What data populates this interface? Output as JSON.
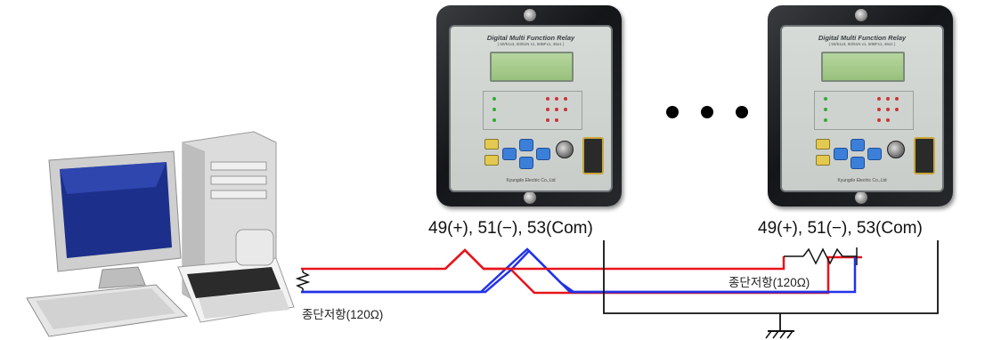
{
  "relay": {
    "title": "Digital Multi Function Relay",
    "subtitle": "( 50/51x3, 50/51N x1, 50BFx1, 46x1 )",
    "brand": "Kyungdo Electric Co.,Ltd"
  },
  "labels": {
    "terminals_left": "49(+), 51(−), 53(Com)",
    "terminals_right": "49(+), 51(−), 53(Com)",
    "termination_left": "종단저항(120Ω)",
    "termination_right": "종단저항(120Ω)"
  },
  "colors": {
    "line_plus": "#e8141b",
    "line_minus": "#2233e6",
    "line_com": "#111111",
    "relay_body": "#1a1b1e",
    "relay_face": "#d2d6d2",
    "lcd": "#a9cc8d"
  },
  "icons": {
    "computer": "desktop-computer-with-printer",
    "ellipsis": "three-dots",
    "ground": "ground-symbol",
    "resistor": "resistor-zigzag"
  }
}
